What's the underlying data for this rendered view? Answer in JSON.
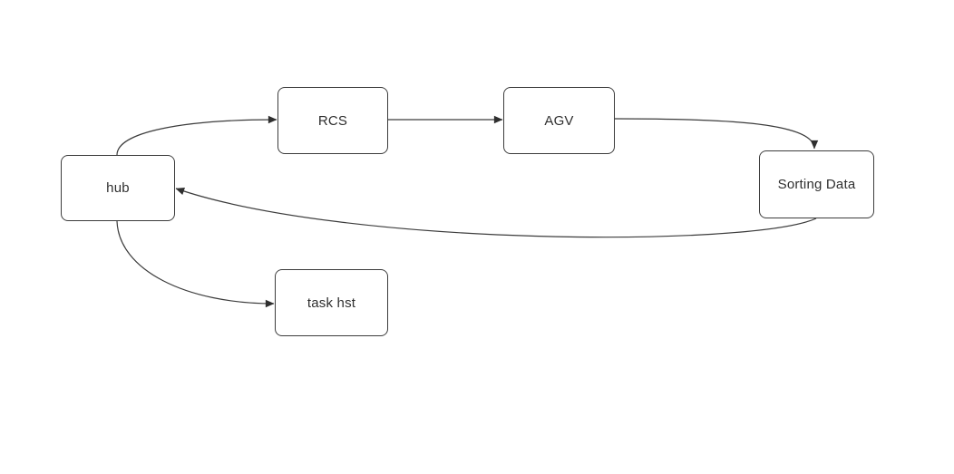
{
  "diagram": {
    "background_color": "#ffffff",
    "edge_color": "#3c3c3c",
    "node_border_color": "#3c3c3c",
    "text_color": "#2f2f2f",
    "nodes": [
      {
        "id": "hub",
        "label": "hub"
      },
      {
        "id": "rcs",
        "label": "RCS"
      },
      {
        "id": "agv",
        "label": "AGV"
      },
      {
        "id": "sorting-data",
        "label": "Sorting Data"
      },
      {
        "id": "task-hst",
        "label": "task hst"
      }
    ],
    "edges": [
      {
        "from": "hub",
        "to": "RCS",
        "arrow": "end"
      },
      {
        "from": "RCS",
        "to": "AGV",
        "arrow": "end"
      },
      {
        "from": "AGV",
        "to": "Sorting Data",
        "arrow": "end"
      },
      {
        "from": "Sorting Data",
        "to": "hub",
        "arrow": "end"
      },
      {
        "from": "hub",
        "to": "task hst",
        "arrow": "end"
      }
    ]
  }
}
